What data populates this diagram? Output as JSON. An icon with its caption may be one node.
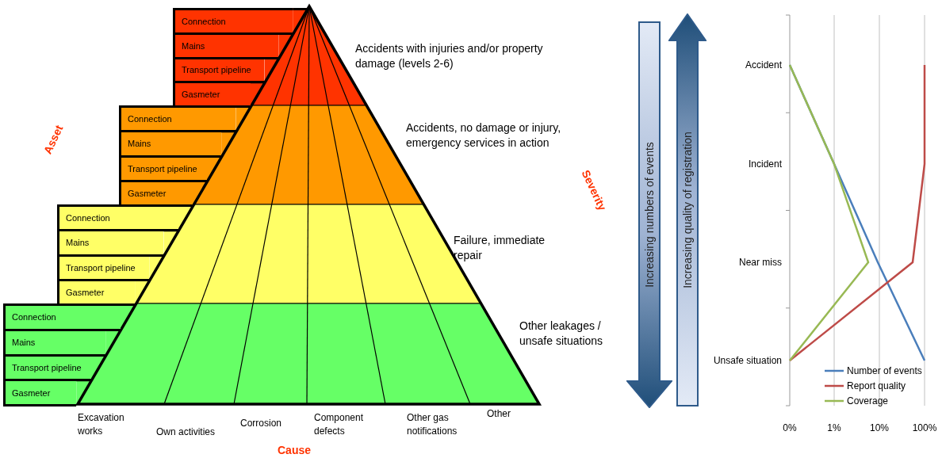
{
  "diagram": {
    "nodes": [
      {
        "text": [
          "Connection"
        ]
      },
      {
        "text": [
          "Mains"
        ]
      },
      {
        "text": [
          "Transport pipeline"
        ]
      },
      {
        "text": [
          "Gasmeter"
        ]
      },
      {
        "text": [
          "Connection"
        ]
      },
      {
        "text": [
          "Mains"
        ]
      },
      {
        "text": [
          "Transport pipeline"
        ]
      },
      {
        "text": [
          "Gasmeter"
        ]
      },
      {
        "text": [
          "Connection"
        ]
      },
      {
        "text": [
          "Mains"
        ]
      },
      {
        "text": [
          "Transport pipeline"
        ]
      },
      {
        "text": [
          "Gasmeter"
        ]
      },
      {
        "text": [
          "Connection"
        ]
      },
      {
        "text": [
          "Mains"
        ]
      },
      {
        "text": [
          "Transport pipeline"
        ]
      },
      {
        "text": [
          "Gasmeter"
        ]
      },
      {
        "text": [
          "Increasing numbers of events"
        ]
      },
      {
        "text": [
          "Increasing quality of registration"
        ]
      }
    ],
    "edges": [],
    "labels": [
      "Accidents with injuries and/or property damage (levels 2-6)",
      "Asset",
      "Accidents, no damage or injury, emergency services in action",
      "Severity",
      "Failure, immediate repair",
      "Other leakages / unsafe situations",
      "Excavation works",
      "Own activities",
      "Corrosion",
      "Component defects",
      "Other gas notifications",
      "Other",
      "Cause",
      "Accident",
      "Incident",
      "Near miss",
      "Unsafe situation",
      "0%",
      "1%",
      "10%",
      "100%"
    ],
    "legend": [
      {
        "text": "Number of events"
      },
      {
        "text": "Report quality"
      },
      {
        "text": "Coverage"
      }
    ]
  }
}
